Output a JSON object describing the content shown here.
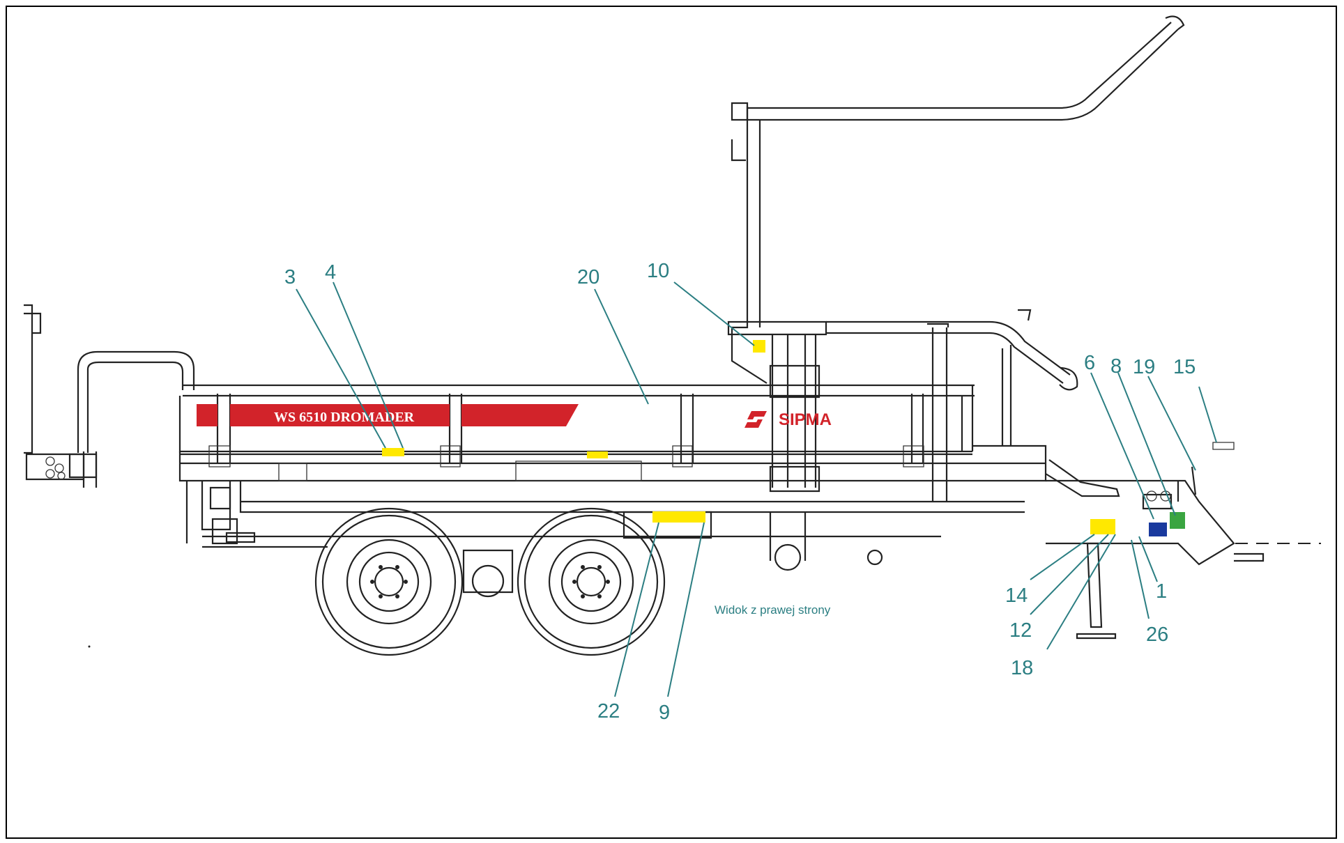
{
  "diagram": {
    "caption": "Widok z prawej strony",
    "model_name": "WS 6510 DROMADER",
    "brand": "SIPMA",
    "colors": {
      "callout": "#2b7e82",
      "brand_red": "#d2232a",
      "warning_yellow": "#ffe800",
      "eu_blue": "#1a3a9e",
      "green_sticker": "#3aa541"
    },
    "callouts": [
      {
        "id": "3"
      },
      {
        "id": "4"
      },
      {
        "id": "20"
      },
      {
        "id": "10"
      },
      {
        "id": "6"
      },
      {
        "id": "8"
      },
      {
        "id": "19"
      },
      {
        "id": "15"
      },
      {
        "id": "14"
      },
      {
        "id": "12"
      },
      {
        "id": "18"
      },
      {
        "id": "1"
      },
      {
        "id": "26"
      },
      {
        "id": "22"
      },
      {
        "id": "9"
      }
    ]
  }
}
